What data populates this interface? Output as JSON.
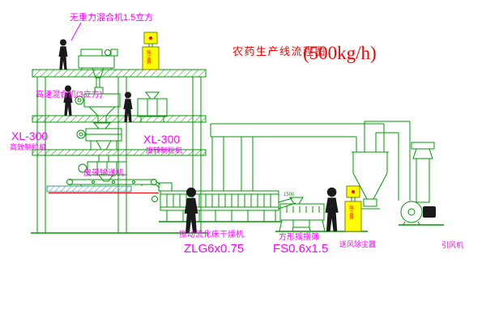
{
  "diagram": {
    "title": "农药生产线流程图",
    "capacity": "(500kg/h)",
    "equipment_labels": {
      "gravity_mixer": "无重力混合机1.5立方",
      "high_speed_mixer": "高速混合机(3立方)",
      "granulator_left_model": "XL-300",
      "granulator_left_name": "高效制粒机",
      "granulator_mid_model": "XL-300",
      "granulator_mid_name": "旋转制粒机",
      "belt_conveyor": "皮带输送机",
      "fluid_bed_dryer_name": "振动流化床干燥机",
      "fluid_bed_dryer_model": "ZLG6x0.75",
      "square_sifter_name": "方形摇摆筛",
      "square_sifter_model": "FS0.6x1.5",
      "dust_collector": "送风除尘器",
      "induced_draft_fan": "引风机"
    },
    "annotations": {
      "dimension_1500": "1500",
      "dust_unit_text": "除尘器"
    },
    "colors": {
      "line_green": "#009900",
      "label_magenta": "#FF00FF",
      "title_red": "#FF0000",
      "equipment_yellow": "#FFFF00",
      "figure_black": "#1a1a1a"
    }
  }
}
